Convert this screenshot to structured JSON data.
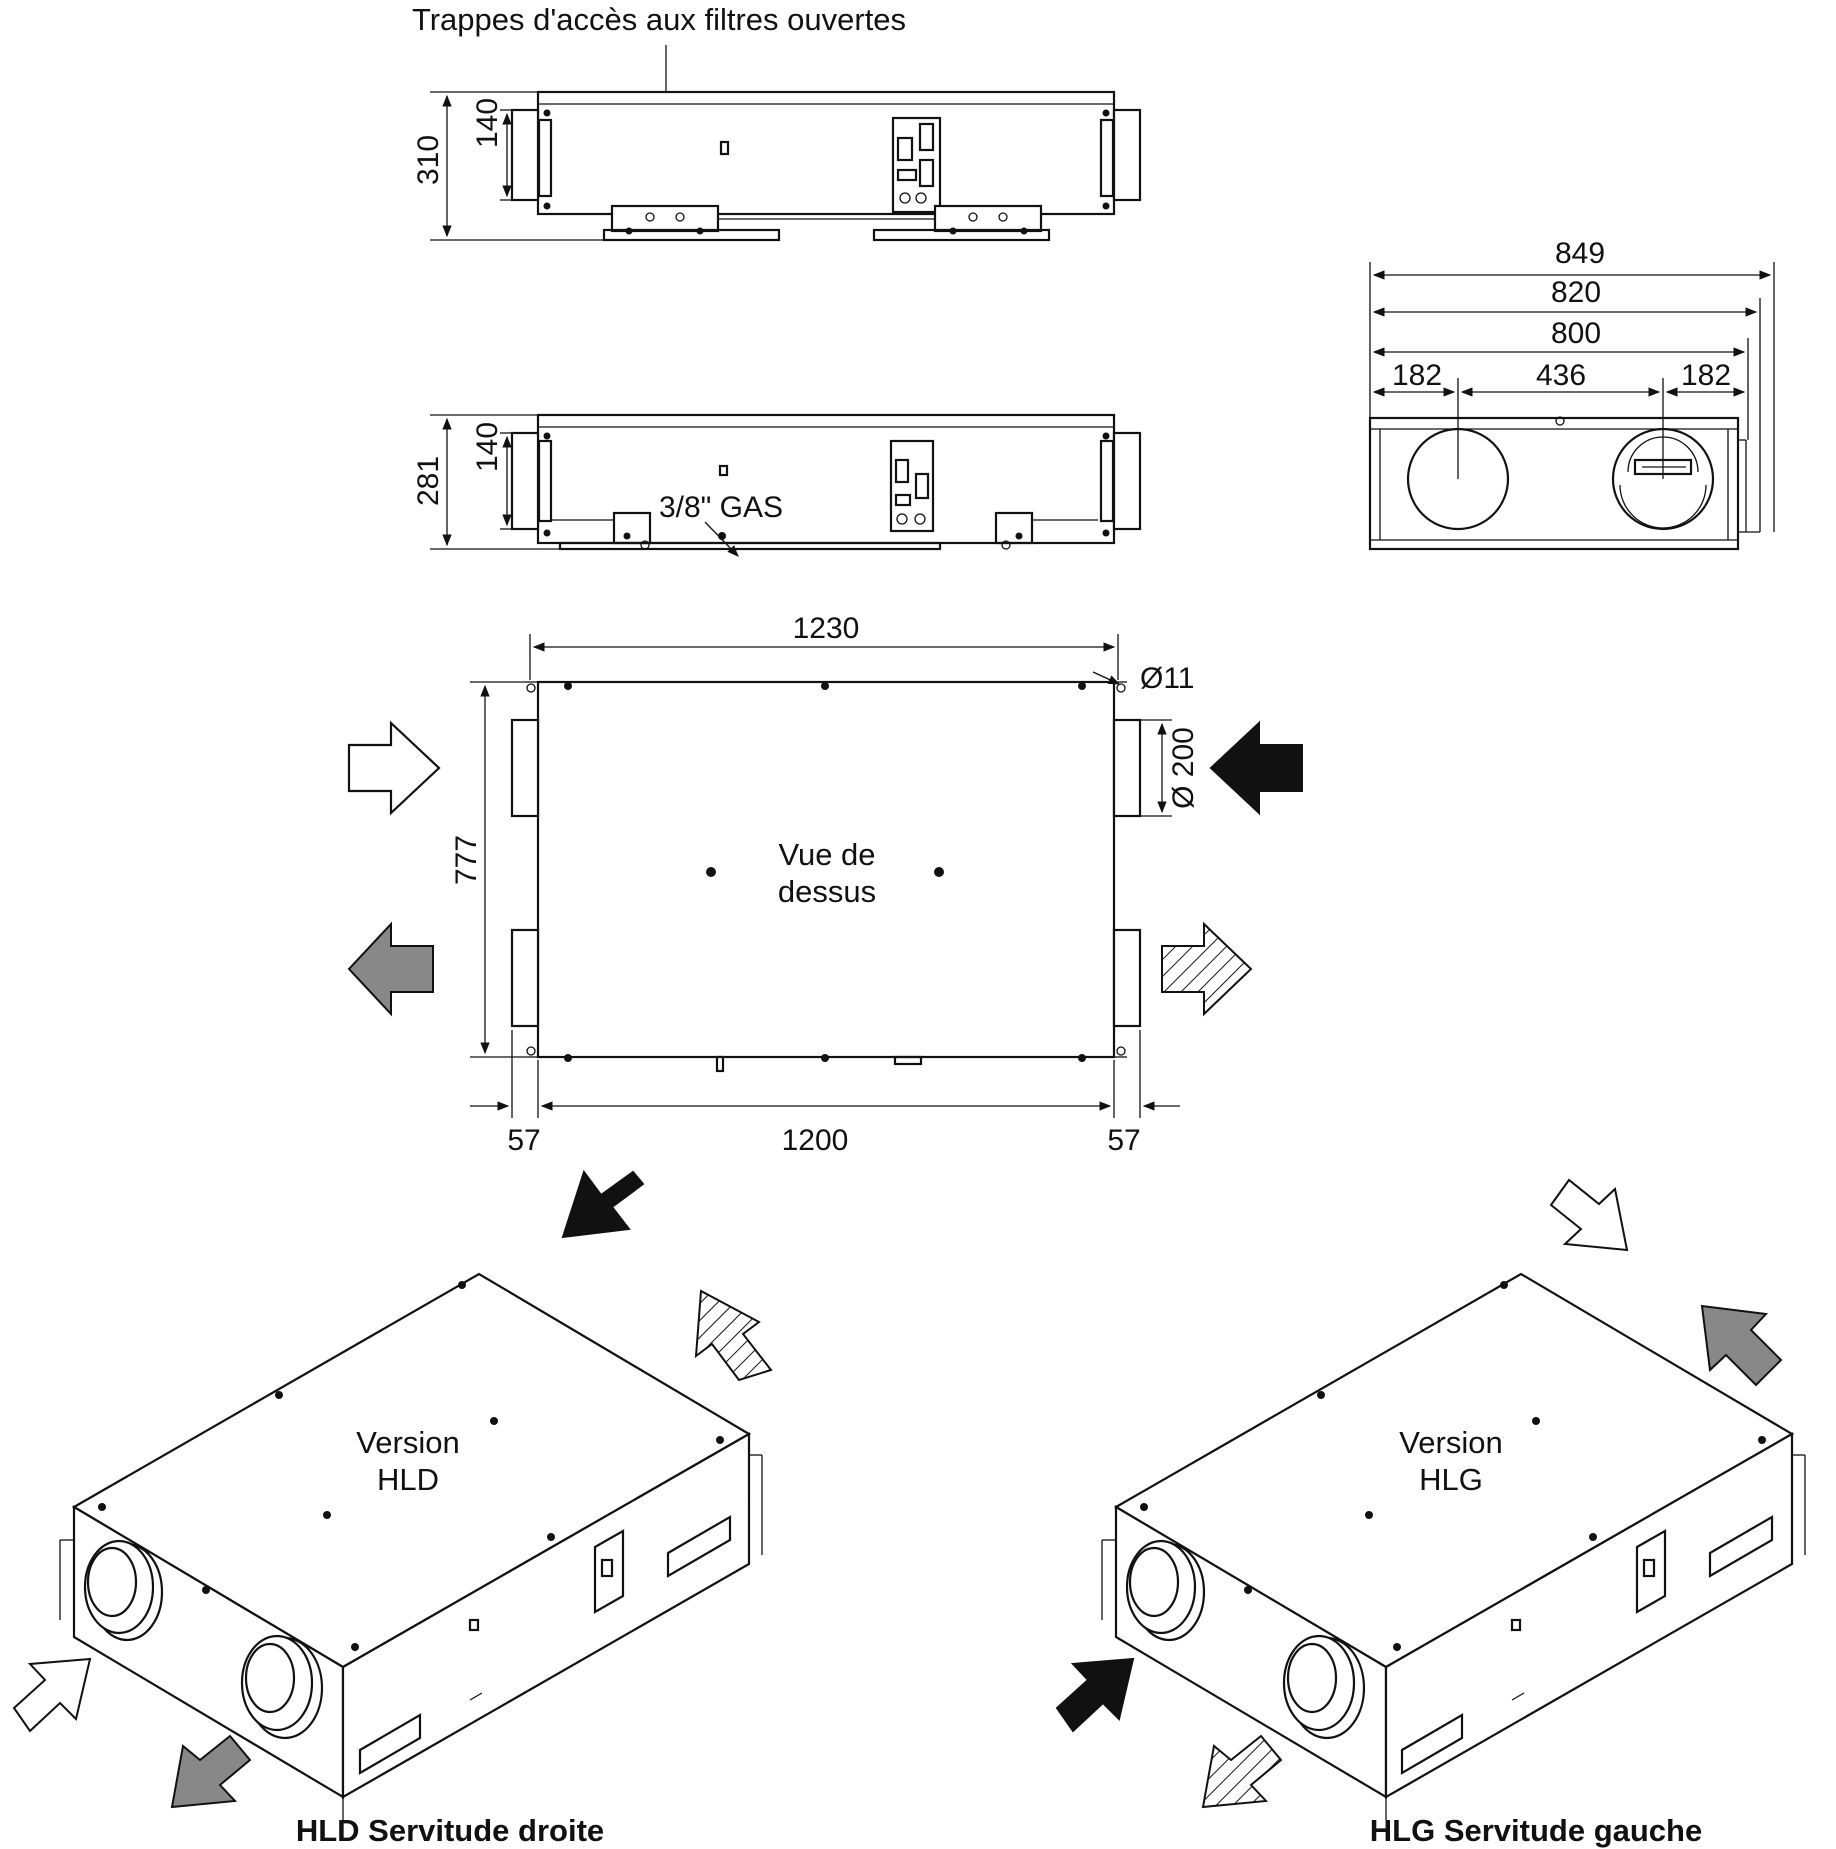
{
  "top_label": "Trappes d'accès aux filtres ouvertes",
  "side_view_1": {
    "height_total": "310",
    "height_duct": "140"
  },
  "side_view_2": {
    "height_total": "281",
    "height_duct": "140",
    "connection": "3/8\" GAS"
  },
  "end_view": {
    "width_849": "849",
    "width_820": "820",
    "width_800": "800",
    "left_offset": "182",
    "center_spacing": "436",
    "right_offset": "182"
  },
  "top_view": {
    "overall_length": "1230",
    "hole_diameter": "Ø11",
    "duct_diameter": "Ø 200",
    "depth": "777",
    "left_spigot": "57",
    "body_length": "1200",
    "right_spigot": "57",
    "label_line1": "Vue de",
    "label_line2": "dessus"
  },
  "iso_left": {
    "label_line1": "Version",
    "label_line2": "HLD",
    "caption": "HLD Servitude droite"
  },
  "iso_right": {
    "label_line1": "Version",
    "label_line2": "HLG",
    "caption": "HLG Servitude gauche"
  },
  "arrow_legend": {
    "white": "#ffffff",
    "black": "#111111",
    "grey": "#888888",
    "hatched": "#ffffff"
  }
}
